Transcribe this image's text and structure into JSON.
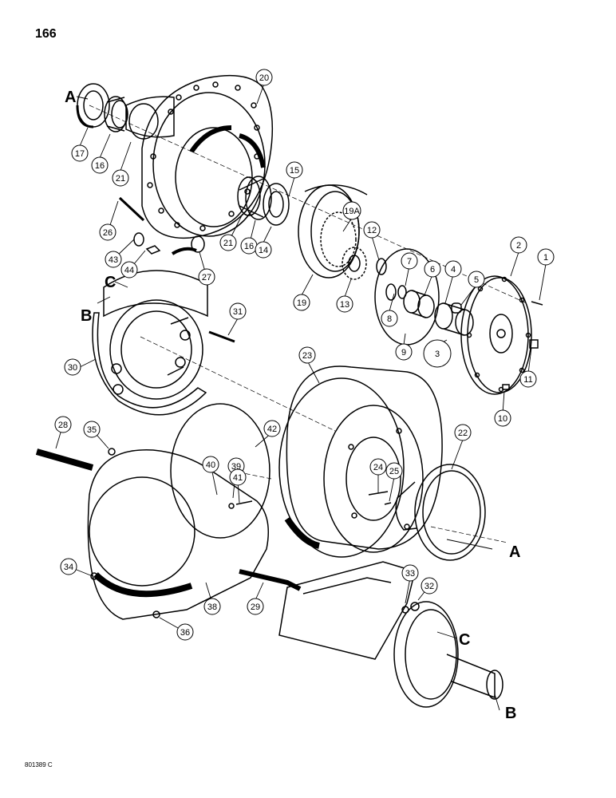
{
  "page": {
    "number": "166",
    "drawing_code": "801389 C"
  },
  "letters": [
    "A",
    "A",
    "B",
    "B",
    "C",
    "C"
  ],
  "callouts": [
    "1",
    "2",
    "3",
    "4",
    "5",
    "6",
    "7",
    "8",
    "9",
    "10",
    "11",
    "12",
    "13",
    "14",
    "15",
    "16",
    "16",
    "17",
    "19",
    "19A",
    "20",
    "21",
    "21",
    "22",
    "23",
    "24",
    "25",
    "26",
    "27",
    "28",
    "29",
    "30",
    "31",
    "32",
    "33",
    "34",
    "35",
    "36",
    "38",
    "39",
    "40",
    "41",
    "42",
    "43",
    "44"
  ]
}
